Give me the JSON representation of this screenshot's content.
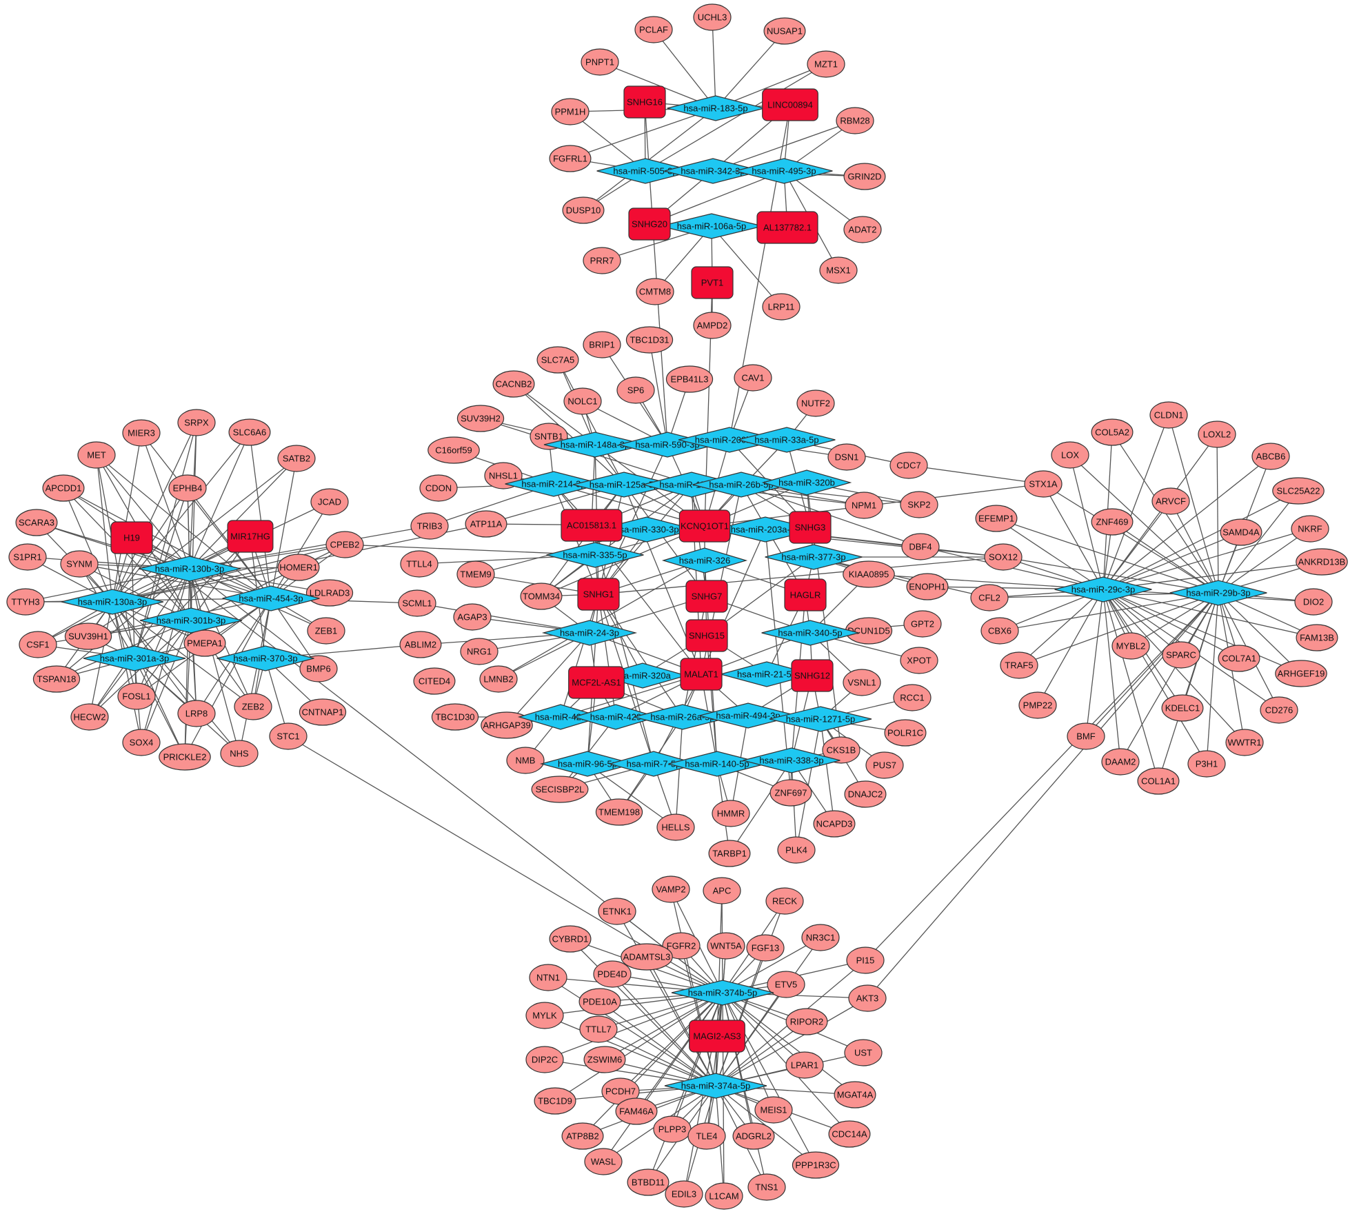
{
  "colors": {
    "gene": "#f99290",
    "mirna": "#1ec7f2",
    "lncrna": "#f20c33",
    "edge": "#555555"
  },
  "nodes": {
    "lncrna": [
      "SNHG16",
      "LINC00894",
      "SNHG20",
      "AL137782.1",
      "PVT1",
      "H19",
      "MIR17HG",
      "AC015813.1",
      "KCNQ1OT1",
      "SNHG3",
      "SNHG1",
      "SNHG7",
      "HAGLR",
      "SNHG15",
      "MCF2L-AS1",
      "MALAT1",
      "SNHG12",
      "MAGI2-AS3"
    ],
    "mirna": [
      "hsa-miR-183-5p",
      "hsa-miR-505-3p",
      "hsa-miR-342-3p",
      "hsa-miR-495-3p",
      "hsa-miR-106a-5p",
      "hsa-miR-148a-3p",
      "hsa-miR-590-3p",
      "hsa-miR-200b-3p",
      "hsa-miR-33a-5p",
      "hsa-miR-214-3p",
      "hsa-miR-125a-5p",
      "hsa-miR-152-3p",
      "hsa-miR-26b-5p",
      "hsa-miR-320b",
      "hsa-miR-330-3p",
      "hsa-miR-203a-3p",
      "hsa-miR-335-5p",
      "hsa-miR-326",
      "hsa-miR-377-3p",
      "hsa-miR-24-3p",
      "hsa-miR-340-5p",
      "hsa-miR-320a",
      "hsa-miR-21-5p",
      "hsa-miR-421",
      "hsa-miR-429",
      "hsa-miR-26a-5p",
      "hsa-miR-494-3p",
      "hsa-miR-1271-5p",
      "hsa-miR-96-5p",
      "hsa-miR-7-5p",
      "hsa-miR-140-5p",
      "hsa-miR-338-3p",
      "hsa-miR-130b-3p",
      "hsa-miR-130a-3p",
      "hsa-miR-454-3p",
      "hsa-miR-301b-3p",
      "hsa-miR-301a-3p",
      "hsa-miR-370-3p",
      "hsa-miR-29c-3p",
      "hsa-miR-29b-3p",
      "hsa-miR-374b-5p",
      "hsa-miR-374a-5p"
    ],
    "gene": [
      "UCHL3",
      "PCLAF",
      "NUSAP1",
      "PNPT1",
      "MZT1",
      "PPM1H",
      "RBM28",
      "FGFRL1",
      "GRIN2D",
      "DUSP10",
      "ADAT2",
      "PRR7",
      "MSX1",
      "CMTM8",
      "LRP11",
      "AMPD2",
      "BRIP1",
      "TBC1D31",
      "SLC7A5",
      "EPB41L3",
      "CAV1",
      "CACNB2",
      "SP6",
      "NOLC1",
      "NUTF2",
      "SUV39H2",
      "SNTB1",
      "C16orf59",
      "DSN1",
      "CDC7",
      "NHSL1",
      "CDON",
      "NPM1",
      "SKP2",
      "TRIB3",
      "ATP11A",
      "DBF4",
      "TTLL4",
      "TMEM9",
      "KIAA0895",
      "ENOPH1",
      "TOMM34",
      "SCML1",
      "AGAP3",
      "GPT2",
      "ABLIM2",
      "DCUN1D5",
      "NRG1",
      "CITED4",
      "LMNB2",
      "XPOT",
      "VSNL1",
      "RCC1",
      "TBC1D30",
      "ARHGAP39",
      "POLR1C",
      "NMB",
      "CKS1B",
      "PUS7",
      "SECISBP2L",
      "DNAJC2",
      "TMEM198",
      "ZNF697",
      "HMMR",
      "HELLS",
      "NCAPD3",
      "TARBP1",
      "PLK4",
      "SRPX",
      "MIER3",
      "SLC6A6",
      "MET",
      "SATB2",
      "EPHB4",
      "APCDD1",
      "JCAD",
      "SCARA3",
      "S1PR1",
      "SYNM",
      "CPEB2",
      "HOMER1",
      "TTYH3",
      "LDLRAD3",
      "ZEB1",
      "SUV39H1",
      "CSF1",
      "PMEPA1",
      "BMP6",
      "TSPAN18",
      "FOSL1",
      "HECW2",
      "LRP8",
      "ZEB2",
      "CNTNAP1",
      "SOX4",
      "PRICKLE2",
      "NHS",
      "STC1",
      "CLDN1",
      "COL5A2",
      "LOXL2",
      "LOX",
      "ABCB6",
      "STX1A",
      "ARVCF",
      "SLC25A22",
      "ZNF469",
      "EFEMP1",
      "SAMD4A",
      "NKRF",
      "ANKRD13B",
      "SOX12",
      "CFL2",
      "DIO2",
      "CBX6",
      "TRAF5",
      "FAM13B",
      "MYBL2",
      "SPARC",
      "COL7A1",
      "ARHGEF19",
      "PMP22",
      "KDELC1",
      "CD276",
      "BMF",
      "WWTR1",
      "DAAM2",
      "P3H1",
      "COL1A1",
      "VAMP2",
      "APC",
      "RECK",
      "ETNK1",
      "FGFR2",
      "WNT5A",
      "FGF13",
      "NR3C1",
      "CYBRD1",
      "ADAMTSL3",
      "PI15",
      "PDE4D",
      "NTN1",
      "ETV5",
      "PDE10A",
      "AKT3",
      "MYLK",
      "RIPOR2",
      "TTLL7",
      "UST",
      "DIP2C",
      "ZSWIM6",
      "LPAR1",
      "MGAT4A",
      "PCDH7",
      "TBC1D9",
      "FAM46A",
      "MEIS1",
      "ATP8B2",
      "CDC14A",
      "PLPP3",
      "TLE4",
      "ADGRL2",
      "PPP1R3C",
      "WASL",
      "BTBD11",
      "EDIL3",
      "L1CAM",
      "TNS1"
    ]
  }
}
